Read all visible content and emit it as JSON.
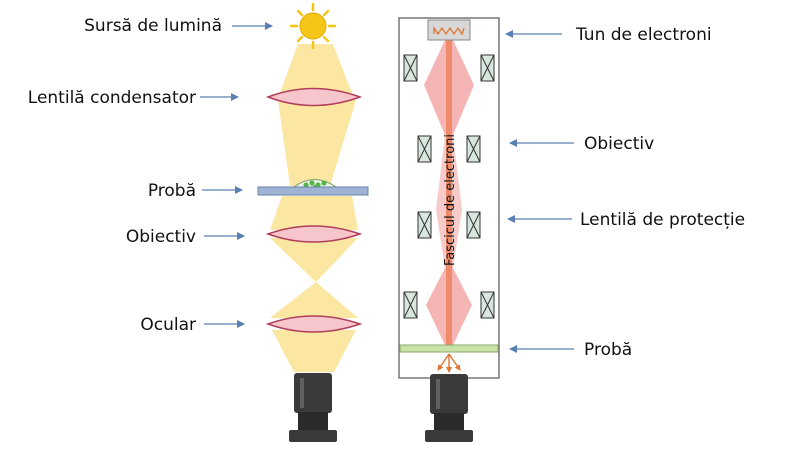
{
  "light_microscope": {
    "labels": {
      "light_source": "Sursă de lumină",
      "condenser_lens": "Lentilă condensator",
      "sample": "Probă",
      "objective": "Obiectiv",
      "ocular": "Ocular"
    }
  },
  "electron_microscope": {
    "labels": {
      "electron_gun": "Tun de electroni",
      "objective": "Obiectiv",
      "protection_lens": "Lentilă de protecție",
      "sample": "Probă",
      "beam": "Fascicul de electroni"
    }
  },
  "colors": {
    "light_beam": "#fbe7a1",
    "lens_fill": "#f7c6cc",
    "lens_stroke": "#b0405a",
    "electron_beam": "#f5b5b5",
    "beam_axis": "#ef8a6a",
    "arrow": "#5a7fb5",
    "sample_slide": "#9fb4d4",
    "sample_strip": "#c9e2a8",
    "sun": "#f5c518",
    "coil_fill": "#d9e6de",
    "camera": "#3a3a3a"
  },
  "icons": [
    "sun-icon",
    "arrow-icon",
    "camera-icon",
    "coil-icon",
    "electron-gun-icon"
  ]
}
